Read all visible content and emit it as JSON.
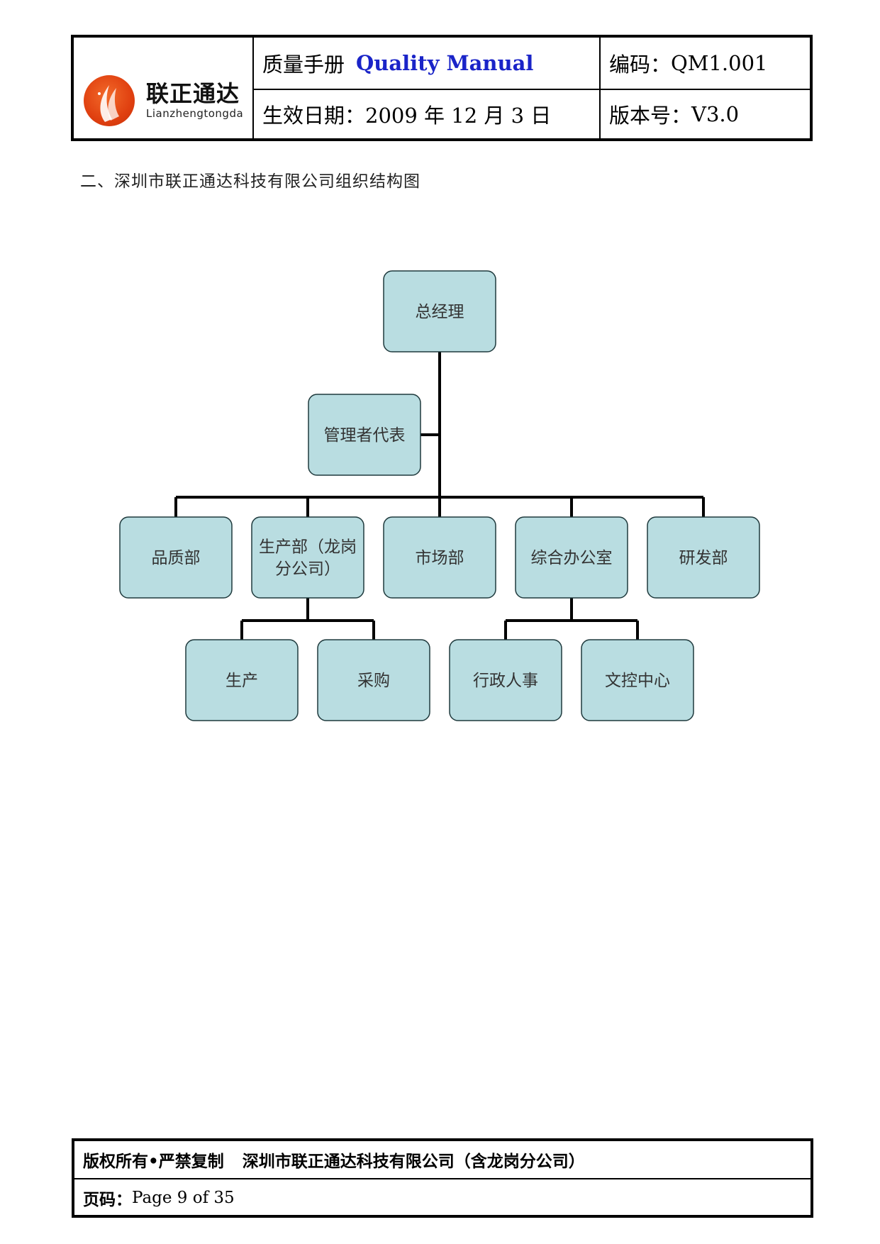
{
  "header": {
    "logo": {
      "name_cn": "联正通达",
      "name_pinyin": "Lianzhengtongda"
    },
    "title_cn": "质量手册",
    "title_en": "Quality Manual",
    "code_label": "编码：",
    "code_value": "QM1.001",
    "date_label": "生效日期：",
    "date_value": "2009 年 12 月 3 日",
    "version_label": "版本号：",
    "version_value": "V3.0"
  },
  "section_title": "二、深圳市联正通达科技有限公司组织结构图",
  "org": {
    "general_manager": "总经理",
    "mgmt_rep": "管理者代表",
    "departments": [
      {
        "label": "品质部"
      },
      {
        "label": [
          "生产部（龙岗",
          "分公司）"
        ]
      },
      {
        "label": "市场部"
      },
      {
        "label": "综合办公室"
      },
      {
        "label": "研发部"
      }
    ],
    "production_children": [
      "生产",
      "采购"
    ],
    "office_children": [
      "行政人事",
      "文控中心"
    ],
    "box_fill": "#b9dde1",
    "line_color": "#000000"
  },
  "footer": {
    "copyright": "版权所有•严禁复制",
    "company": "深圳市联正通达科技有限公司（含龙岗分公司）",
    "page_label": "页码：",
    "page_value": "Page 9 of 35"
  }
}
